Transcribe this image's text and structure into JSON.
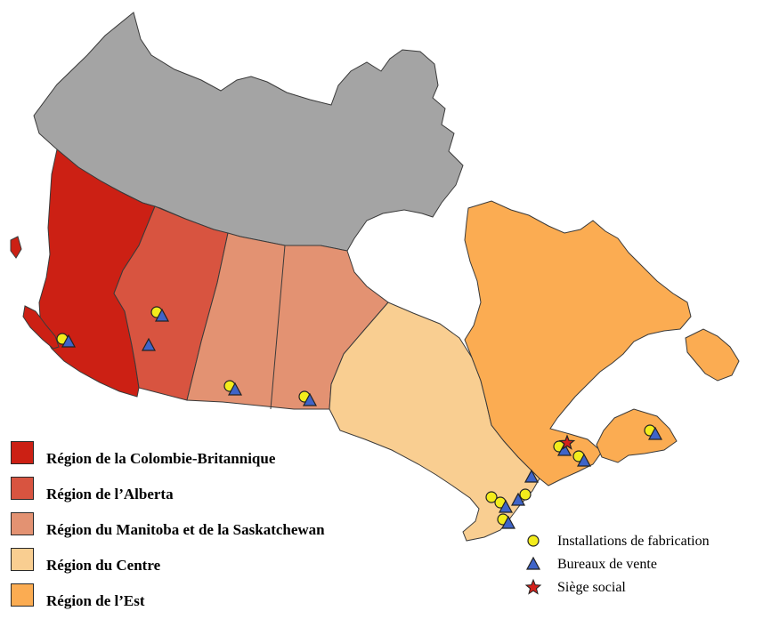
{
  "map": {
    "colors": {
      "territories": "#a4a4a4",
      "bc": "#cc2014",
      "alberta": "#d85440",
      "prairies": "#e39272",
      "centre": "#f9ce91",
      "east": "#fbac52",
      "outline": "#3a3a3a",
      "manufacturing": "#f3ec1c",
      "sales": "#3f64c8",
      "headquarters": "#d3221c"
    },
    "regions": [
      {
        "key": "territories",
        "name": "territories"
      },
      {
        "key": "bc",
        "name": "bc"
      },
      {
        "key": "alberta",
        "name": "alberta"
      },
      {
        "key": "prairies",
        "name": "prairies"
      },
      {
        "key": "centre",
        "name": "centre"
      },
      {
        "key": "east",
        "name": "east"
      }
    ]
  },
  "legend": {
    "regions": [
      {
        "label": "Région de la Colombie-Britannique",
        "color": "#cc2014"
      },
      {
        "label": "Région de l’Alberta",
        "color": "#d85440"
      },
      {
        "label": "Région du Manitoba et de la Saskatchewan",
        "color": "#e39272"
      },
      {
        "label": "Région du Centre",
        "color": "#f9ce91"
      },
      {
        "label": "Région de l’Est",
        "color": "#fbac52"
      }
    ],
    "symbols": [
      {
        "label": "Installations de fabrication",
        "icon": "yellow-circle-icon"
      },
      {
        "label": "Bureaux de vente",
        "icon": "blue-triangle-icon"
      },
      {
        "label": "Siège social",
        "icon": "red-star-icon"
      }
    ]
  }
}
